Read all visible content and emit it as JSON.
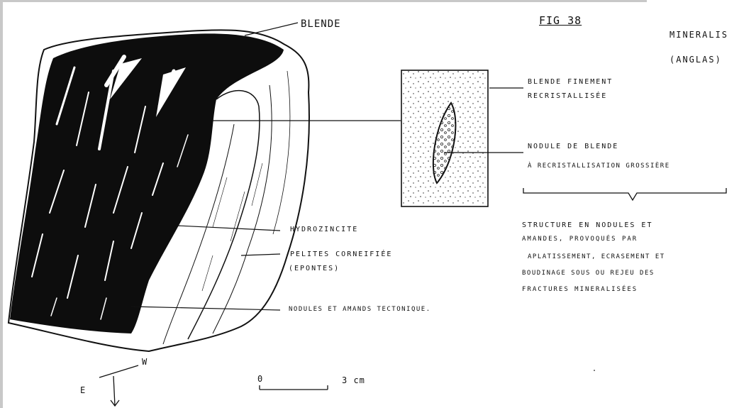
{
  "figure": {
    "number": "FIG 38",
    "subject_line1": "MINERALIS",
    "subject_line2": "(ANGLAS)"
  },
  "labels": {
    "blende": "BLENDE",
    "blende_fine_1": "BLENDE FINEMENT",
    "blende_fine_2": "RECRISTALLISÉE",
    "nodule_1": "NODULE DE BLENDE",
    "nodule_2": "À RECRISTALLISATION GROSSIÈRE",
    "hydrozincite": "HYDROZINCITE",
    "pelites_1": "PELITES CORNEIFIÉE",
    "pelites_2": "(EPONTES)",
    "nodules_tecto": "NODULES ET AMANDS TECTONIQUE."
  },
  "structure_note": [
    "STRUCTURE EN NODULES ET",
    "AMANDES, PROVOQUÉS PAR",
    "APLATISSEMENT, ECRASEMENT ET",
    "BOUDINAGE SOUS OU REJEU DES",
    "FRACTURES MINERALISÉES"
  ],
  "scale": {
    "zero": "0",
    "length": "3 cm"
  },
  "orientation": {
    "west": "W",
    "east": "E"
  }
}
